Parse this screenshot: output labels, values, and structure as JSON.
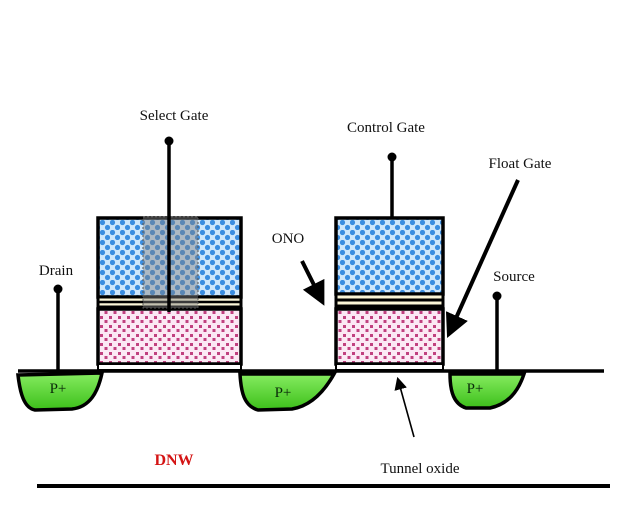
{
  "diagram": {
    "title": "Split-gate flash memory cell cross-section",
    "labels": {
      "select_gate": "Select Gate",
      "control_gate": "Control Gate",
      "float_gate": "Float Gate",
      "ono": "ONO",
      "drain": "Drain",
      "source": "Source",
      "tunnel_oxide": "Tunnel oxide",
      "dnw": "DNW"
    },
    "wells": [
      {
        "id": "drain-well",
        "label": "P+"
      },
      {
        "id": "middle-well",
        "label": "P+"
      },
      {
        "id": "source-well",
        "label": "P+"
      }
    ],
    "colors": {
      "poly_upper_bg": "#cfe7fb",
      "poly_upper_dot": "#3a8de0",
      "poly_lower_bg": "#fbe8f4",
      "poly_lower_dot": "#c0407f",
      "ono_fill": "#fbf6d8",
      "well_top": "#7ee85a",
      "well_bottom": "#3fc21c",
      "dnw_text": "#d41414",
      "overlay": "#808080"
    }
  }
}
